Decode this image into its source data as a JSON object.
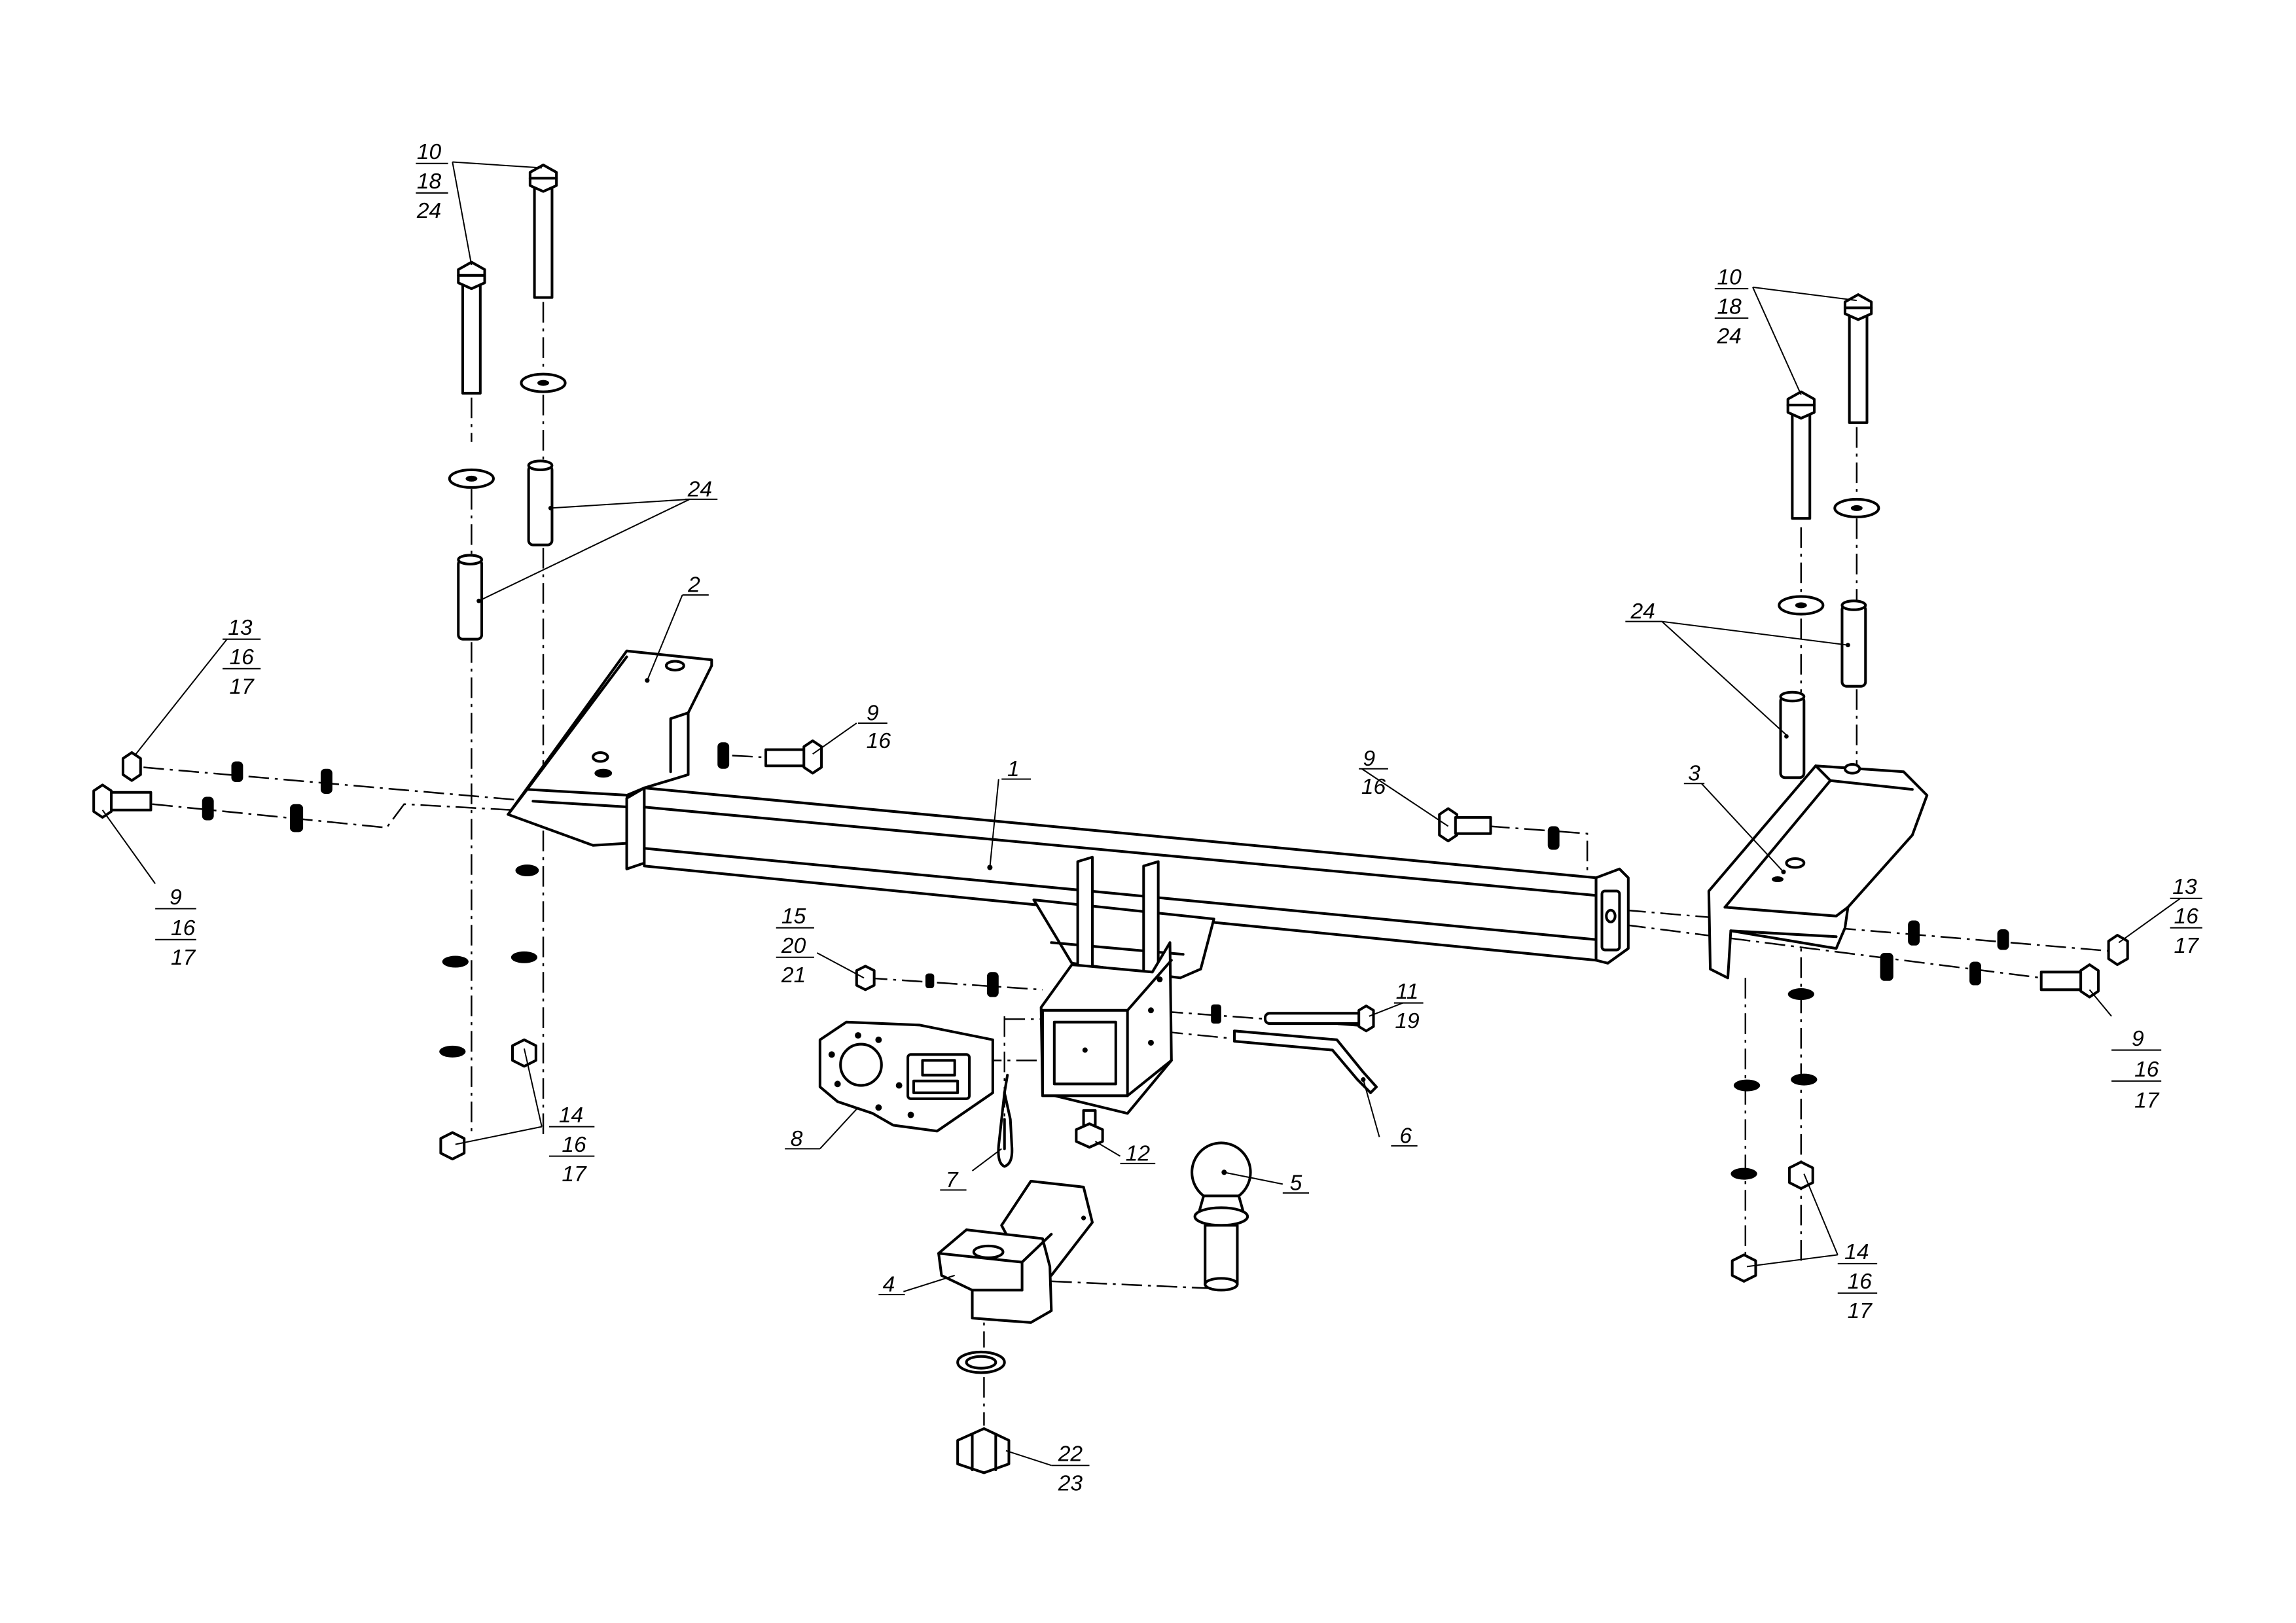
{
  "callouts": {
    "c1": {
      "lines": [
        "1"
      ]
    },
    "c2": {
      "lines": [
        "2"
      ]
    },
    "c3": {
      "lines": [
        "3"
      ]
    },
    "c4": {
      "lines": [
        "4"
      ]
    },
    "c5": {
      "lines": [
        "5"
      ]
    },
    "c6": {
      "lines": [
        "6"
      ]
    },
    "c7": {
      "lines": [
        "7"
      ]
    },
    "c8": {
      "lines": [
        "8"
      ]
    },
    "c9_front_left": {
      "lines": [
        "9",
        "16"
      ]
    },
    "c9_front_right": {
      "lines": [
        "9",
        "16"
      ]
    },
    "c9_far_left": {
      "lines": [
        "9",
        "16",
        "17"
      ]
    },
    "c9_far_right": {
      "lines": [
        "9",
        "16",
        "17"
      ]
    },
    "c10_left": {
      "lines": [
        "10",
        "18",
        "24"
      ]
    },
    "c10_right": {
      "lines": [
        "10",
        "18",
        "24"
      ]
    },
    "c11": {
      "lines": [
        "11",
        "19"
      ]
    },
    "c12": {
      "lines": [
        "12"
      ]
    },
    "c13_left": {
      "lines": [
        "13",
        "16",
        "17"
      ]
    },
    "c13_right": {
      "lines": [
        "13",
        "16",
        "17"
      ]
    },
    "c14_left": {
      "lines": [
        "14",
        "16",
        "17"
      ]
    },
    "c14_right": {
      "lines": [
        "14",
        "16",
        "17"
      ]
    },
    "c15": {
      "lines": [
        "15",
        "20",
        "21"
      ]
    },
    "c22": {
      "lines": [
        "22",
        "23"
      ]
    },
    "c24_left": {
      "lines": [
        "24"
      ]
    },
    "c24_right": {
      "lines": [
        "24"
      ]
    }
  }
}
